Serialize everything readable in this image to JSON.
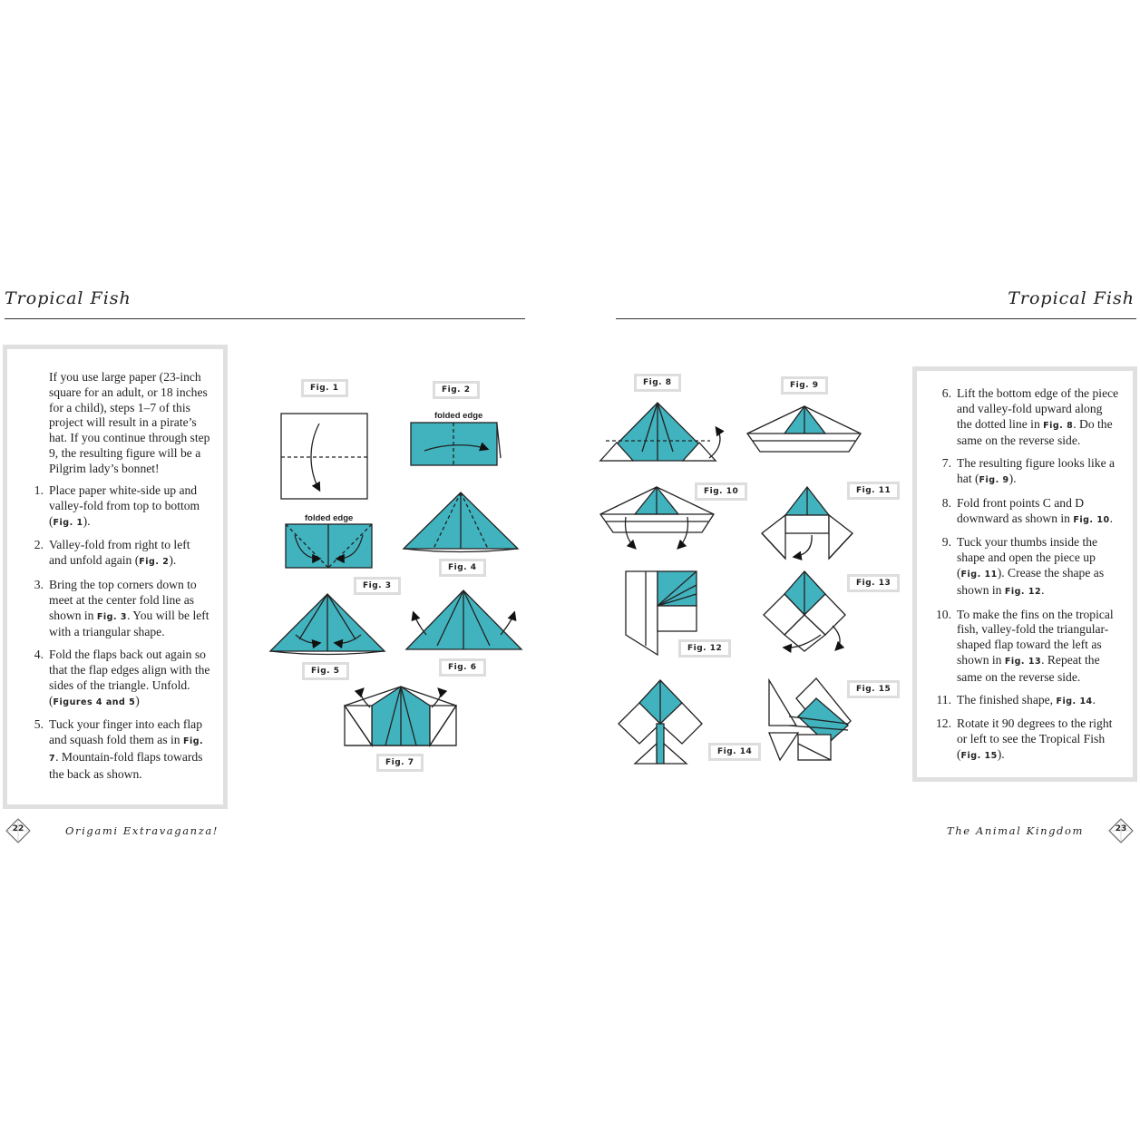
{
  "header": {
    "left_title": "Tropical Fish",
    "right_title": "Tropical Fish"
  },
  "left_page": {
    "intro": "If you use large paper (23-inch square for an adult, or 18 inches for a child), steps 1–7 of this project will result in a pirate’s hat. If you continue through step 9, the resulting figure will be a Pilgrim lady’s bonnet!",
    "steps": [
      {
        "num": "1.",
        "pre": "Place paper white-side up and valley-fold from top to bottom (",
        "ref": "Fig. 1",
        "post": ")."
      },
      {
        "num": "2.",
        "pre": "Valley-fold from right to left and unfold again (",
        "ref": "Fig. 2",
        "post": ")."
      },
      {
        "num": "3.",
        "pre": "Bring the top corners down to meet at the center fold line as shown in ",
        "ref": "Fig. 3",
        "post": ". You will be left with a triangular shape."
      },
      {
        "num": "4.",
        "pre": "Fold the flaps back out again so that the flap edges align with the sides of the triangle. Unfold. (",
        "ref": "Figures 4 and 5",
        "post": ")"
      },
      {
        "num": "5.",
        "pre": "Tuck your finger into each flap and squash fold them as in ",
        "ref": "Fig. 7",
        "post": ". Mountain-fold flaps towards the back as shown."
      }
    ],
    "footer_text": "Origami Extravaganza!",
    "page_number": "22"
  },
  "right_page": {
    "steps": [
      {
        "num": "6.",
        "pre": "Lift the bottom edge of the piece and valley-fold upward along the dotted line in ",
        "ref": "Fig. 8",
        "post": ". Do the same on the reverse side."
      },
      {
        "num": "7.",
        "pre": "The resulting figure looks like a hat (",
        "ref": "Fig. 9",
        "post": ")."
      },
      {
        "num": "8.",
        "pre": "Fold front points C and D downward as shown in ",
        "ref": "Fig. 10",
        "post": "."
      },
      {
        "num": "9.",
        "pre": "Tuck your thumbs inside the shape and open the piece up (",
        "ref": "Fig. 11",
        "post": "). Crease the shape as shown in ",
        "ref2": "Fig. 12",
        "post2": "."
      },
      {
        "num": "10.",
        "pre": "To make the fins on the tropical fish, valley-fold the triangular-shaped flap toward the left as shown in ",
        "ref": "Fig. 13",
        "post": ". Repeat the same on the reverse side."
      },
      {
        "num": "11.",
        "pre": "The finished shape, ",
        "ref": "Fig. 14",
        "post": "."
      },
      {
        "num": "12.",
        "pre": "Rotate it 90 degrees to the right or left to see the Tropical Fish (",
        "ref": "Fig. 15",
        "post": ")."
      }
    ],
    "footer_text": "The Animal Kingdom",
    "page_number": "23"
  },
  "figures": {
    "fig1": "Fig. 1",
    "fig2": "Fig. 2",
    "fig3": "Fig. 3",
    "fig4": "Fig. 4",
    "fig5": "Fig. 5",
    "fig6": "Fig. 6",
    "fig7": "Fig. 7",
    "fig8": "Fig. 8",
    "fig9": "Fig. 9",
    "fig10": "Fig. 10",
    "fig11": "Fig. 11",
    "fig12": "Fig. 12",
    "fig13": "Fig. 13",
    "fig14": "Fig. 14",
    "fig15": "Fig. 15",
    "folded_edge_1": "folded edge",
    "folded_edge_2": "folded edge"
  },
  "colors": {
    "paper": "#41b3bf",
    "rule": "#333333",
    "box_border": "#e0e0e0"
  }
}
